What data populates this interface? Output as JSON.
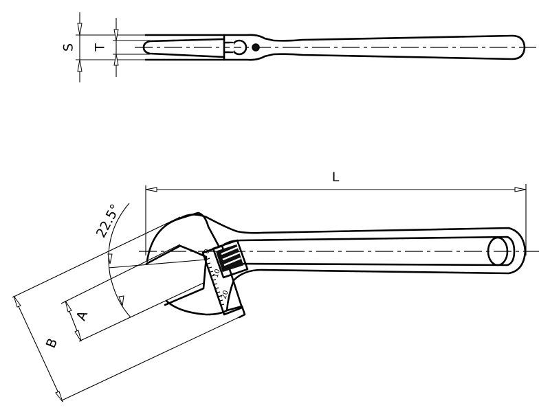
{
  "figure": {
    "title": "Adjustable wrench dimension drawing",
    "views": [
      "side-view",
      "front-view"
    ]
  },
  "side_view": {
    "dimensions": {
      "s_label": "S",
      "t_label": "T"
    }
  },
  "front_view": {
    "dimensions": {
      "l_label": "L",
      "a_label": "A",
      "b_label": "B",
      "angle_label": "22.5°"
    },
    "scale_marks": [
      "0",
      "10",
      "20"
    ]
  },
  "colors": {
    "line": "#000000",
    "background": "#ffffff"
  }
}
